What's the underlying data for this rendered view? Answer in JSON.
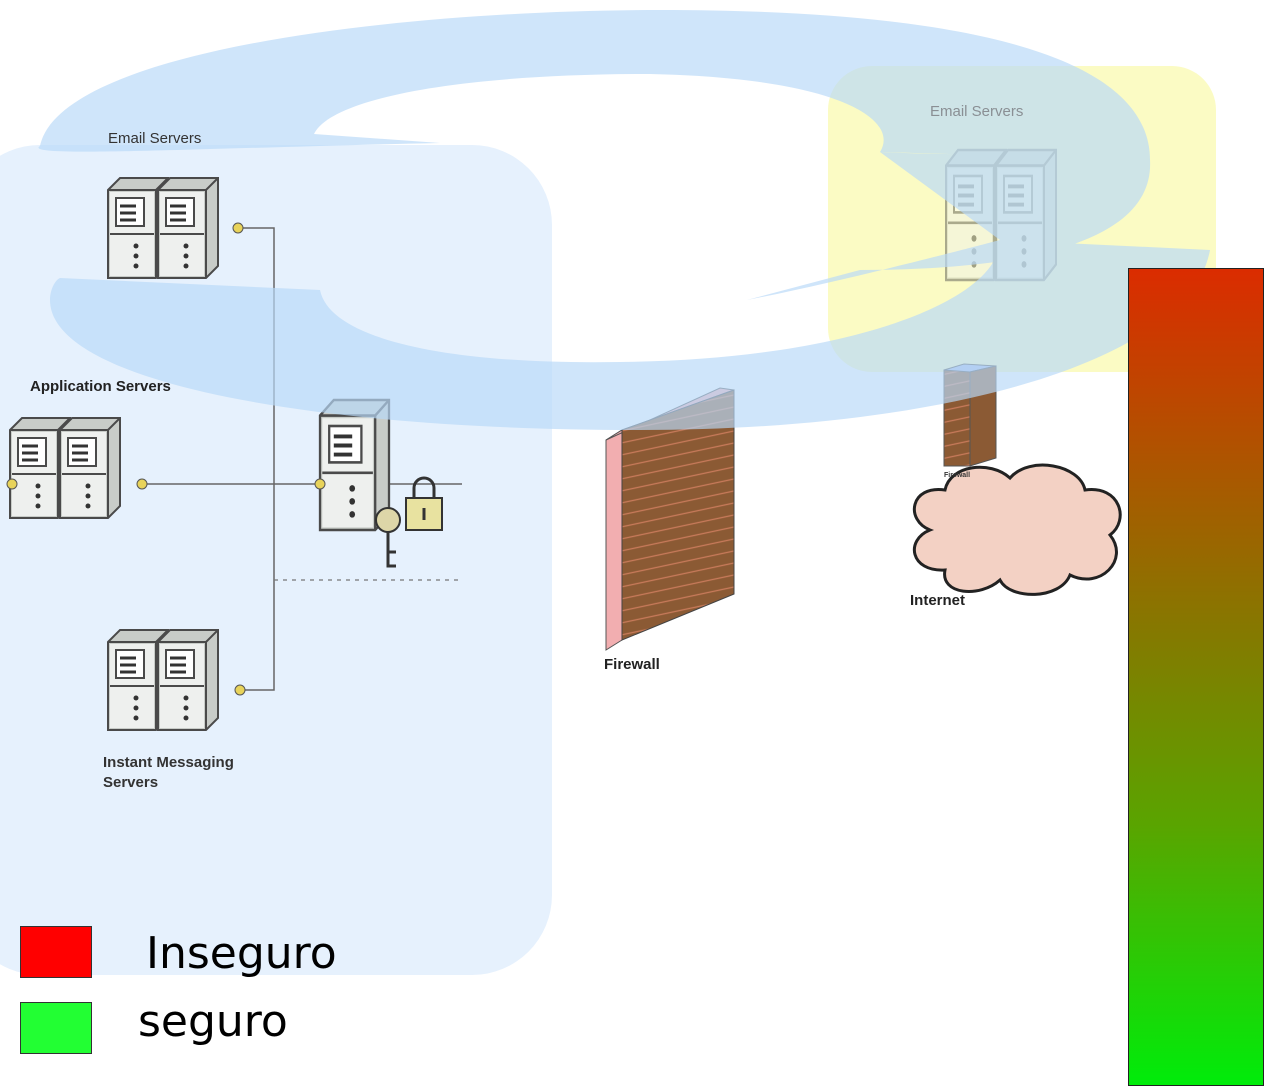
{
  "diagram": {
    "internal_zone": {
      "email_servers_label": "Email Servers",
      "application_servers_label": "Application Servers",
      "im_servers_label_line1": "Instant Messaging",
      "im_servers_label_line2": "Servers"
    },
    "firewall_label": "Firewall",
    "external_zone": {
      "email_servers_label": "Email Servers",
      "firewall_small_label": "Firewall",
      "internet_label": "Internet"
    }
  },
  "legend": [
    {
      "label": "Inseguro",
      "color": "#ff0000"
    },
    {
      "label": "seguro",
      "color": "#22ff33"
    }
  ],
  "colors": {
    "internal_zone": "#e6f1fd",
    "external_zone": "#fbfbc4",
    "arrow": "#b8d8f7",
    "gradient_top": "#db2c00",
    "gradient_bottom": "#00ec0a",
    "firewall_brick": "#8b5a34",
    "firewall_edge": "#f0a8a8",
    "cloud": "#f3d1c4"
  }
}
